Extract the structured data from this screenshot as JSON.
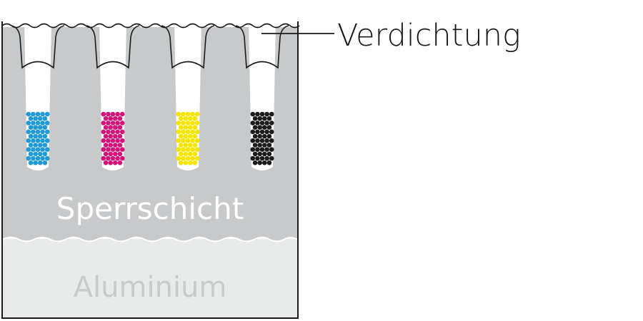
{
  "labels": {
    "sealing": "Verdichtung",
    "barrier_layer": "Sperrschicht",
    "aluminium": "Aluminium"
  },
  "pores": [
    {
      "name": "cyan",
      "color": "#1f9ad6"
    },
    {
      "name": "magenta",
      "color": "#d4137a"
    },
    {
      "name": "yellow",
      "color": "#f5e500"
    },
    {
      "name": "black",
      "color": "#1b1b1b"
    }
  ],
  "colors": {
    "oxide_layer": "#c8c9ca",
    "aluminium": "#e9eaea",
    "outline": "#1a1a1a",
    "pore": "#ffffff",
    "barrier_text": "#ffffff",
    "aluminium_text": "#c9cacb"
  }
}
